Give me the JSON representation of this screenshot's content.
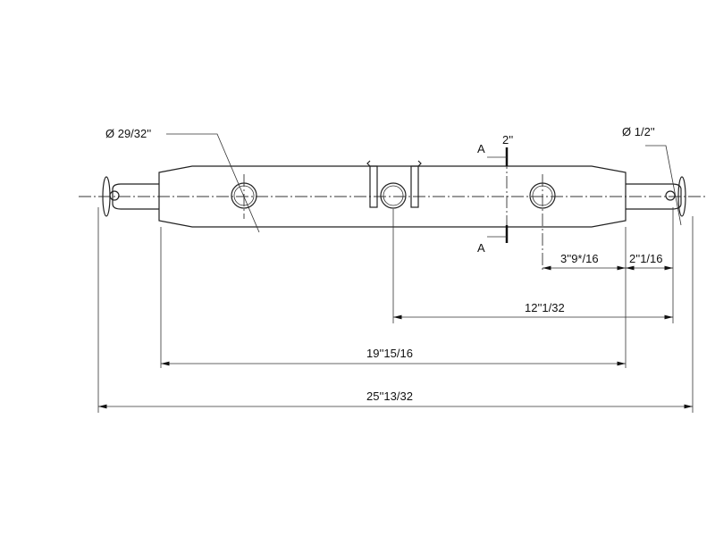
{
  "title": "Top link drawing",
  "labels": {
    "hole_diameter_large": "Ø 29/32''",
    "hole_diameter_small": "Ø 1/2''",
    "section_width": "2''",
    "section_a_top": "A",
    "section_a_bottom": "A"
  },
  "dimensions": {
    "hole_to_end": "3''9*/16",
    "end_to_pin": "2''1/16",
    "center_to_pin": "12''1/32",
    "body_length": "19''15/16",
    "overall_length": "25''13/32"
  },
  "colors": {
    "ink": "#111111",
    "background": "#ffffff"
  }
}
